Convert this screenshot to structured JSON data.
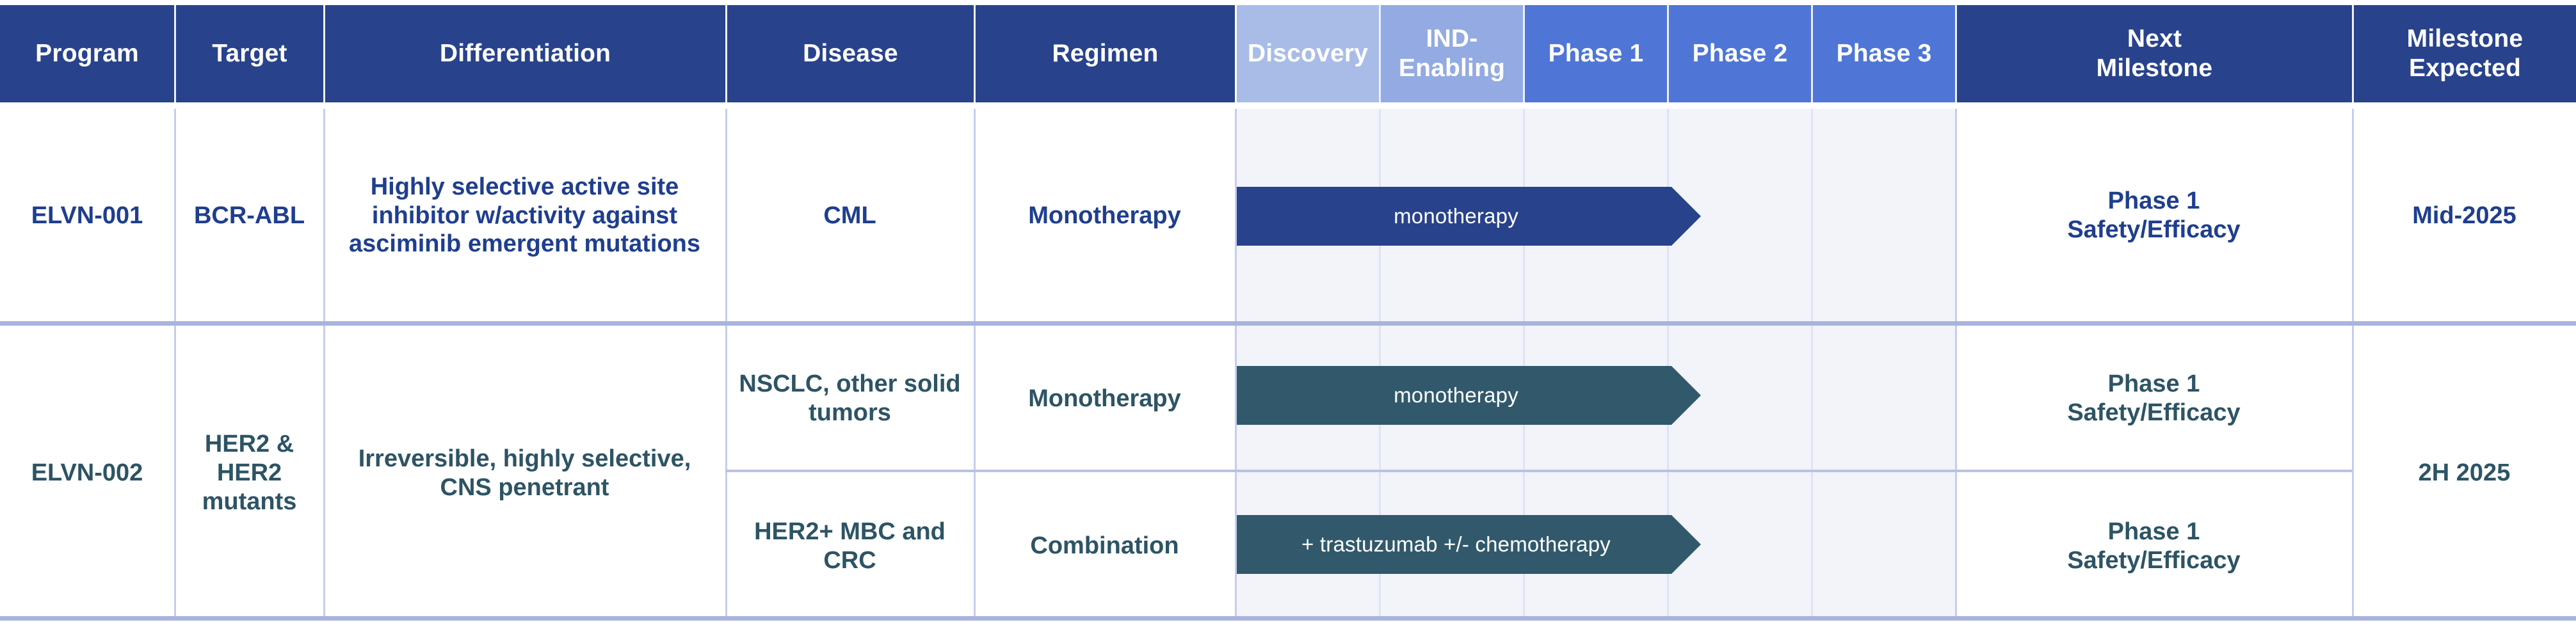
{
  "table": {
    "columns": [
      {
        "key": "program",
        "label": "Program",
        "style": "dark"
      },
      {
        "key": "target",
        "label": "Target",
        "style": "dark"
      },
      {
        "key": "differentiation",
        "label": "Differentiation",
        "style": "dark"
      },
      {
        "key": "disease",
        "label": "Disease",
        "style": "dark"
      },
      {
        "key": "regimen",
        "label": "Regimen",
        "style": "dark"
      },
      {
        "key": "discovery",
        "label": "Discovery",
        "style": "discovery"
      },
      {
        "key": "ind_enabling",
        "label": "IND-\nEnabling",
        "style": "ind-enabling"
      },
      {
        "key": "phase1",
        "label": "Phase 1",
        "style": "phase"
      },
      {
        "key": "phase2",
        "label": "Phase 2",
        "style": "phase"
      },
      {
        "key": "phase3",
        "label": "Phase 3",
        "style": "phase"
      },
      {
        "key": "next_milestone",
        "label": "Next\nMilestone",
        "style": "dark"
      },
      {
        "key": "milestone_expected",
        "label": "Milestone\nExpected",
        "style": "dark"
      }
    ],
    "header_labels": {
      "program": "Program",
      "target": "Target",
      "differentiation": "Differentiation",
      "disease": "Disease",
      "regimen": "Regimen",
      "discovery": "Discovery",
      "ind_enabling_line1": "IND-",
      "ind_enabling_line2": "Enabling",
      "phase1": "Phase 1",
      "phase2": "Phase 2",
      "phase3": "Phase 3",
      "next_milestone_line1": "Next",
      "next_milestone_line2": "Milestone",
      "milestone_expected_line1": "Milestone",
      "milestone_expected_line2": "Expected"
    },
    "programs": [
      {
        "id": "elvn-001",
        "program": "ELVN-001",
        "target": "BCR-ABL",
        "differentiation": "Highly selective active site inhibitor w/activity against asciminib emergent mutations",
        "text_color": "#1f3e8f",
        "milestone_expected": "Mid-2025",
        "indications": [
          {
            "disease": "CML",
            "regimen": "Monotherapy",
            "bar_label": "monotherapy",
            "bar_color": "#28428c",
            "bar_start_stage": "discovery",
            "bar_end_stage": "phase1",
            "next_milestone_line1": "Phase 1",
            "next_milestone_line2": "Safety/Efficacy"
          }
        ]
      },
      {
        "id": "elvn-002",
        "program": "ELVN-002",
        "target": "HER2 & HER2 mutants",
        "differentiation": "Irreversible, highly selective, CNS penetrant",
        "text_color": "#2d5465",
        "milestone_expected": "2H 2025",
        "indications": [
          {
            "disease": "NSCLC, other solid tumors",
            "regimen": "Monotherapy",
            "bar_label": "monotherapy",
            "bar_color": "#31596b",
            "bar_start_stage": "discovery",
            "bar_end_stage": "phase1",
            "next_milestone_line1": "Phase 1",
            "next_milestone_line2": "Safety/Efficacy"
          },
          {
            "disease": "HER2+ MBC and CRC",
            "regimen": "Combination",
            "bar_label": "+ trastuzumab +/- chemotherapy",
            "bar_color": "#31596b",
            "bar_start_stage": "discovery",
            "bar_end_stage": "phase1",
            "next_milestone_line1": "Phase 1",
            "next_milestone_line2": "Safety/Efficacy"
          }
        ]
      }
    ],
    "colors": {
      "header_dark": "#28428c",
      "header_discovery": "#a9bce8",
      "header_ind_enabling": "#93aae2",
      "header_phase": "#4f76d6",
      "phase_band_background": "#f2f4fa",
      "rule": "#a9b4dd",
      "grid_line": "#c5cdee",
      "navy_text": "#1f3e8f",
      "teal_text": "#2d5465"
    }
  }
}
